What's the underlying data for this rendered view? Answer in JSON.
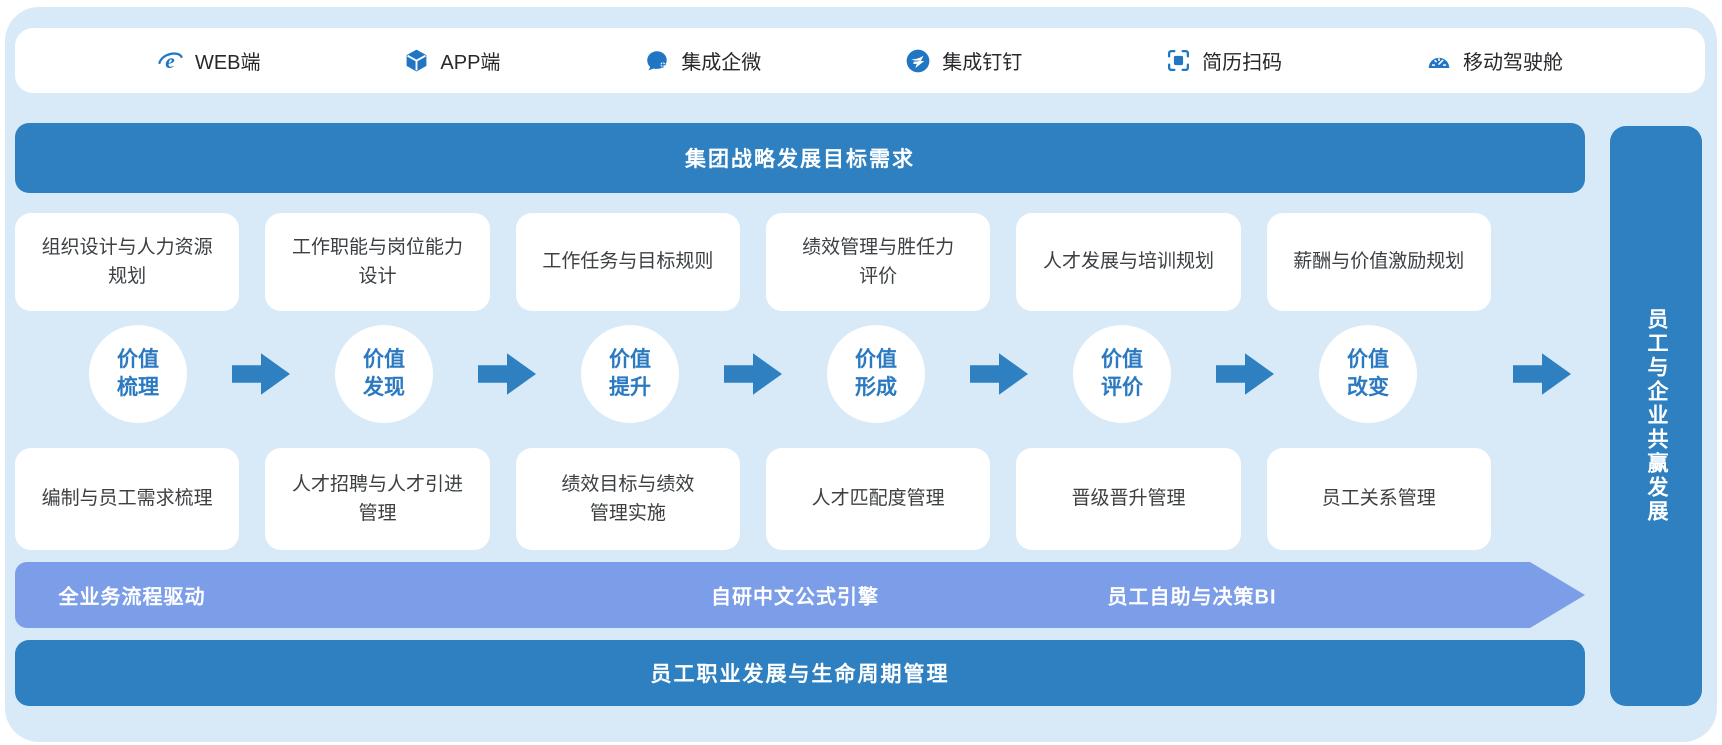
{
  "colors": {
    "banner_blue": "#2E80C1",
    "band_purple": "#7C9EE9",
    "bg_light": "#D8E9F7",
    "icon_blue": "#2176C4",
    "circle_text": "#2A79C1",
    "card_text": "#3C4043",
    "topbar_text": "#26282B"
  },
  "top_bar": {
    "items": [
      {
        "icon": "ie-browser-icon",
        "label": "WEB端"
      },
      {
        "icon": "app-cube-icon",
        "label": "APP端"
      },
      {
        "icon": "wecom-chat-icon",
        "label": "集成企微"
      },
      {
        "icon": "dingtalk-icon",
        "label": "集成钉钉"
      },
      {
        "icon": "resume-scan-icon",
        "label": "简历扫码"
      },
      {
        "icon": "dashboard-gauge-icon",
        "label": "移动驾驶舱"
      }
    ]
  },
  "strategy_banner": "集团战略发展目标需求",
  "columns": [
    {
      "top_card": "组织设计与人力资源\n规划",
      "circle": "价值\n梳理",
      "bottom_card": "编制与员工需求梳理"
    },
    {
      "top_card": "工作职能与岗位能力\n设计",
      "circle": "价值\n发现",
      "bottom_card": "人才招聘与人才引进\n管理"
    },
    {
      "top_card": "工作任务与目标规则",
      "circle": "价值\n提升",
      "bottom_card": "绩效目标与绩效\n管理实施"
    },
    {
      "top_card": "绩效管理与胜任力\n评价",
      "circle": "价值\n形成",
      "bottom_card": "人才匹配度管理"
    },
    {
      "top_card": "人才发展与培训规划",
      "circle": "价值\n评价",
      "bottom_card": "晋级晋升管理"
    },
    {
      "top_card": "薪酬与价值激励规划",
      "circle": "价值\n改变",
      "bottom_card": "员工关系管理"
    }
  ],
  "process_band": {
    "labels": [
      "全业务流程驱动",
      "自研中文公式引擎",
      "员工自助与决策BI"
    ]
  },
  "lifecycle_banner": "员工职业发展与生命周期管理",
  "side_banner": "员工与企业共赢发展"
}
